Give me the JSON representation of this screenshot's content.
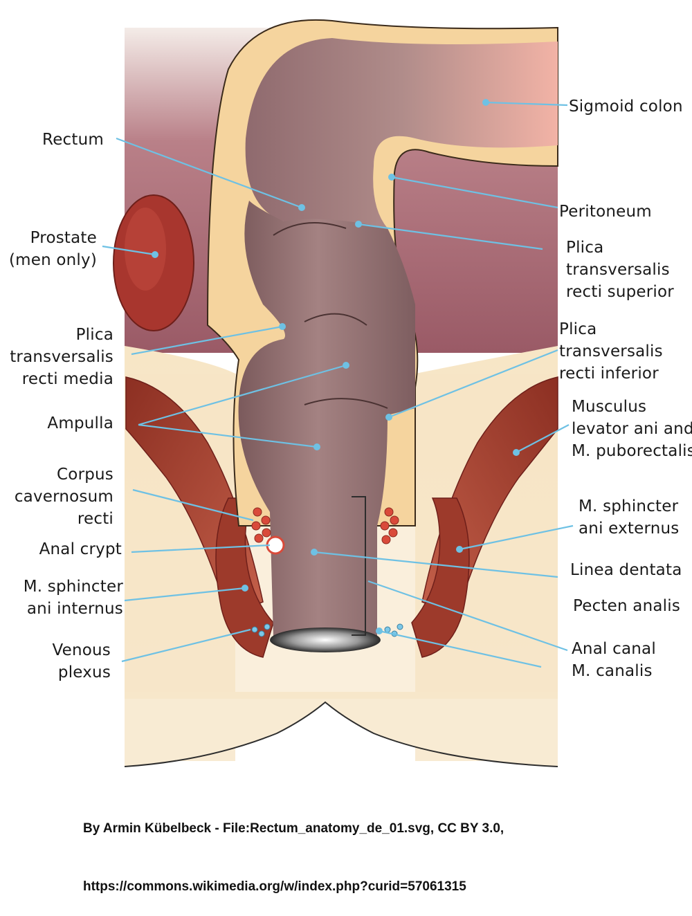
{
  "labels": {
    "rectum": "Rectum",
    "prostate": "Prostate\n(men only)",
    "plica_media": "Plica\ntransversalis\nrecti media",
    "ampulla": "Ampulla",
    "corpus_cavernosum": "Corpus\ncavernosum\nrecti",
    "anal_crypt": "Anal crypt",
    "sphincter_internus": "M. sphincter\nani internus",
    "venous_plexus": "Venous\nplexus",
    "sigmoid_colon": "Sigmoid colon",
    "peritoneum": "Peritoneum",
    "plica_superior": "Plica\ntransversalis\nrecti superior",
    "plica_inferior": "Plica\ntransversalis\nrecti inferior",
    "levator_ani": "Musculus\nlevator ani and\nM. puborectalis",
    "sphincter_externus": "M. sphincter\nani externus",
    "linea_dentata": "Linea dentata",
    "pecten_analis": "Pecten analis",
    "anal_canal": "Anal canal\nM. canalis"
  },
  "credit": {
    "line1": "By Armin Kübelbeck - File:Rectum_anatomy_de_01.svg, CC BY 3.0,",
    "line2": "https://commons.wikimedia.org/w/index.php?curid=57061315"
  },
  "colors": {
    "leader": "#6ec1e4",
    "rectum": "#8e6b6b",
    "peritoneum": "#f7d9a8",
    "muscle": "#9e3b2a",
    "tissue": "#f5e1c0",
    "pelvis": "#a0646e"
  }
}
